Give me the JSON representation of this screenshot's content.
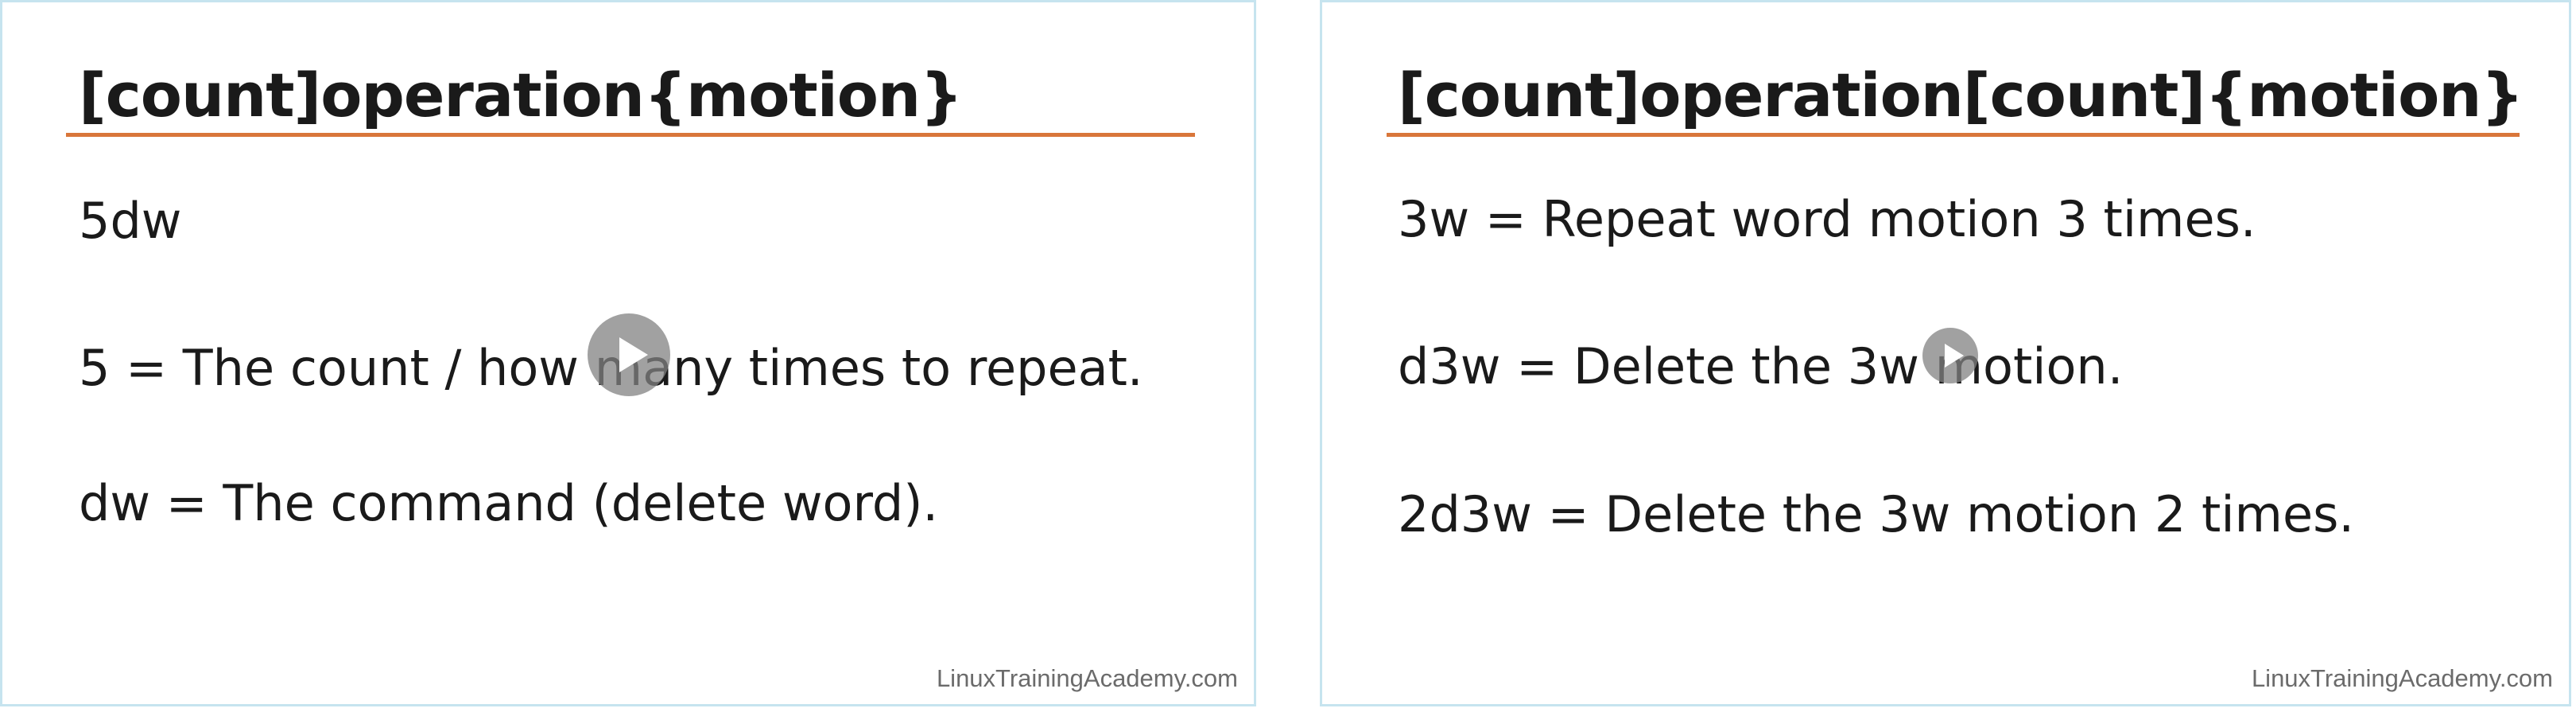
{
  "slides": [
    {
      "title": "[count]operation{motion}",
      "lines": [
        "5dw",
        "5 = The count /  how many times to repeat.",
        "dw = The command (delete word)."
      ],
      "footer": "LinuxTrainingAcademy.com"
    },
    {
      "title": "[count]operation[count]{motion}",
      "lines": [
        "3w = Repeat word motion 3 times.",
        "d3w = Delete the 3w motion.",
        "2d3w = Delete the 3w motion 2 times."
      ],
      "footer": "LinuxTrainingAcademy.com"
    }
  ],
  "colors": {
    "accent_rule": "#d9763a",
    "slide_border": "#c6e4ef",
    "text": "#1a1a1a"
  },
  "icons": {
    "play": "play-icon"
  }
}
